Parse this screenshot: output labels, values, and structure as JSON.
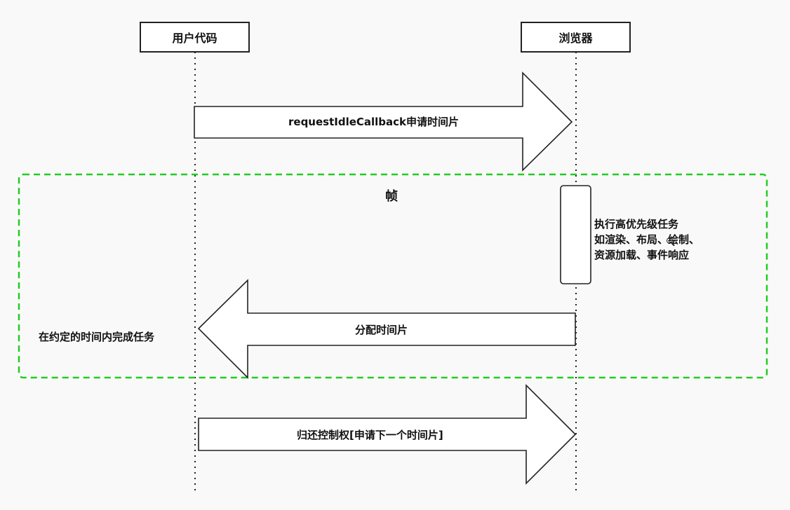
{
  "participants": {
    "user_code": "用户代码",
    "browser": "浏览器"
  },
  "frame": {
    "title": "帧"
  },
  "messages": {
    "request": "requestIdleCallback申请时间片",
    "allocate": "分配时间片",
    "return_control": "归还控制权[申请下一个时间片]"
  },
  "notes": {
    "browser_tasks_line1": "执行高优先级任务",
    "browser_tasks_line2": "如渲染、布局、绘制、",
    "browser_tasks_line3": "资源加载、事件响应",
    "user_complete": "在约定的时间内完成任务"
  },
  "colors": {
    "frame_border": "#22cc22",
    "stroke": "#222222",
    "arrow_fill": "#ffffff"
  }
}
